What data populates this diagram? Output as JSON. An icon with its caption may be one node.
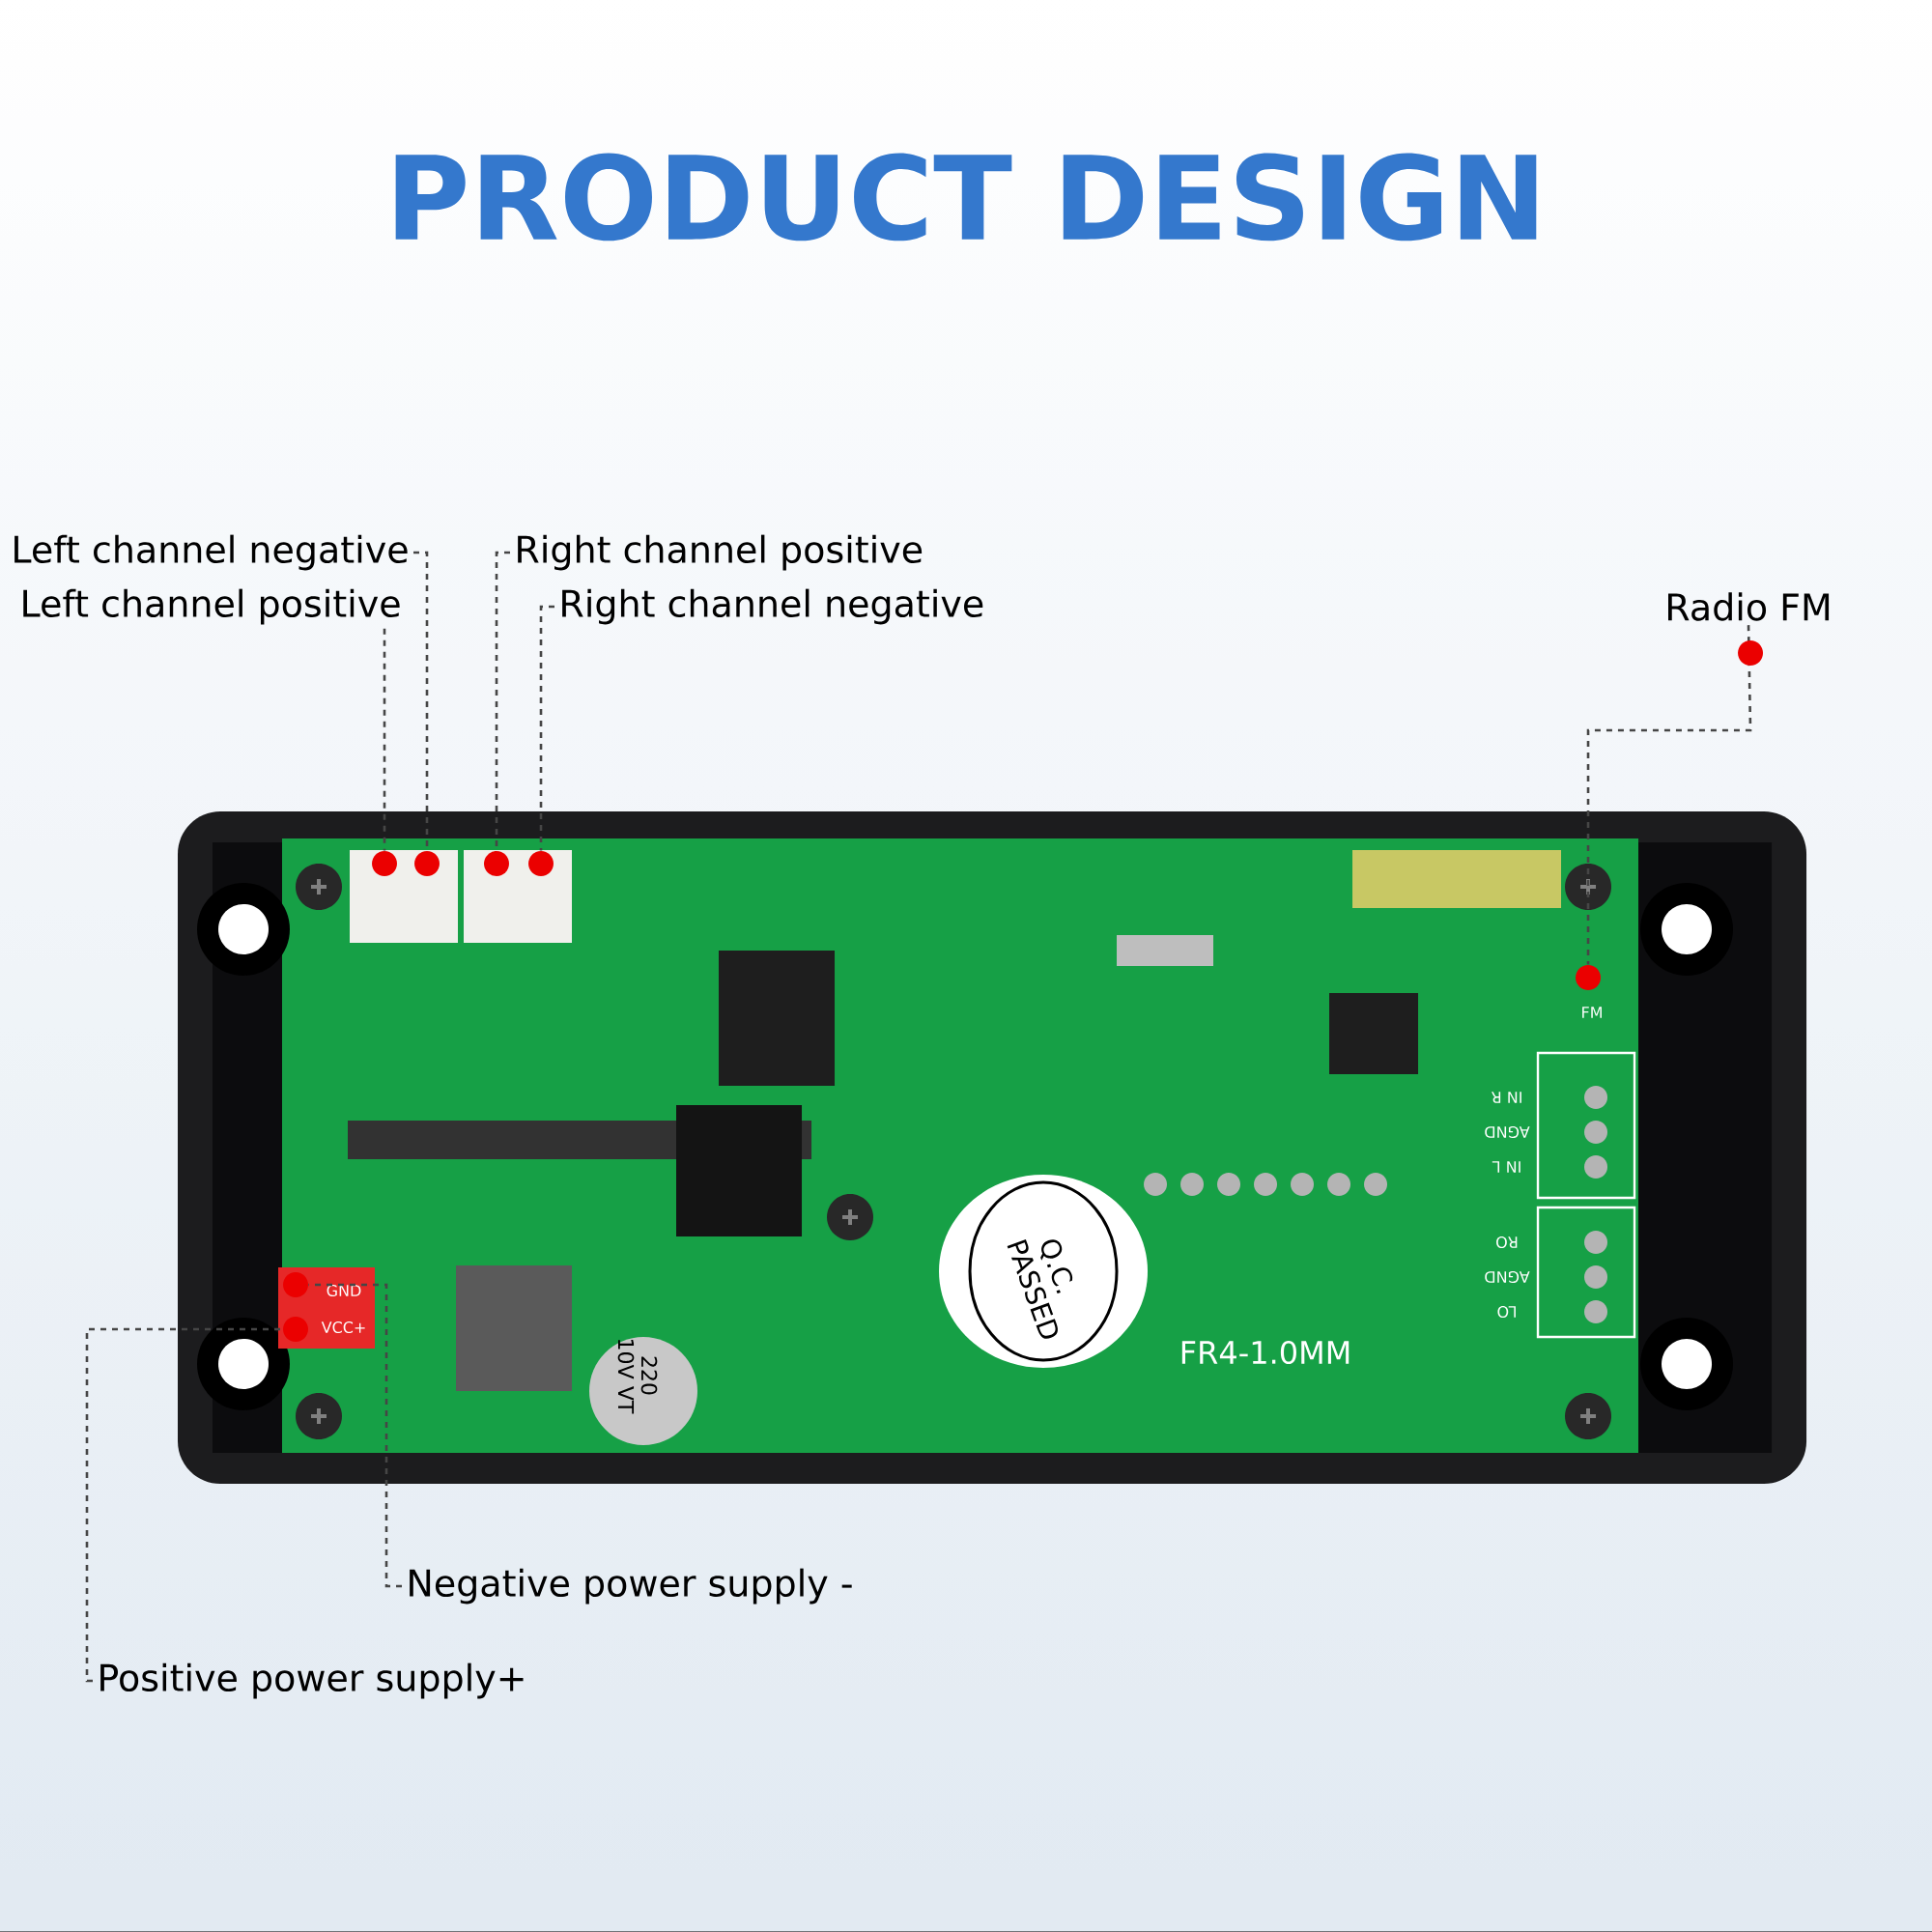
{
  "diagram": {
    "title": "PRODUCT DESIGN",
    "nodes": [
      {
        "text": [
          "Left channel negative"
        ]
      },
      {
        "text": [
          "Left channel positive"
        ]
      },
      {
        "text": [
          "Right channel positive"
        ]
      },
      {
        "text": [
          "Right channel negative"
        ]
      },
      {
        "text": [
          "Radio FM"
        ]
      },
      {
        "text": [
          "Negative power supply -"
        ]
      },
      {
        "text": [
          "Positive power supply+"
        ]
      },
      {
        "text": [],
        "shape": "circle"
      },
      {
        "text": [],
        "shape": "circle"
      },
      {
        "text": [],
        "shape": "circle"
      },
      {
        "text": [],
        "shape": "circle"
      },
      {
        "text": [],
        "shape": "circle"
      },
      {
        "text": [],
        "shape": "circle"
      },
      {
        "text": [],
        "shape": "circle"
      }
    ],
    "edges": [
      {
        "from": 0,
        "to": 8,
        "arrow": "none",
        "style": "dashed"
      },
      {
        "from": 1,
        "to": 7,
        "arrow": "none",
        "style": "dashed"
      },
      {
        "from": 2,
        "to": 9,
        "arrow": "none",
        "style": "dashed"
      },
      {
        "from": 3,
        "to": 10,
        "arrow": "none",
        "style": "dashed"
      },
      {
        "from": 4,
        "to": 11,
        "arrow": "none",
        "style": "dashed"
      },
      {
        "from": 5,
        "to": 12,
        "arrow": "none",
        "style": "dashed"
      },
      {
        "from": 6,
        "to": 13,
        "arrow": "none",
        "style": "dashed"
      }
    ],
    "labels": [
      "GND",
      "VCC+",
      "FM",
      "IN R",
      "AGND",
      "IN L",
      "RO",
      "AGND",
      "LO",
      "Q.C. PASSED",
      "FR4-1.0MM",
      "220 10V VT"
    ]
  }
}
